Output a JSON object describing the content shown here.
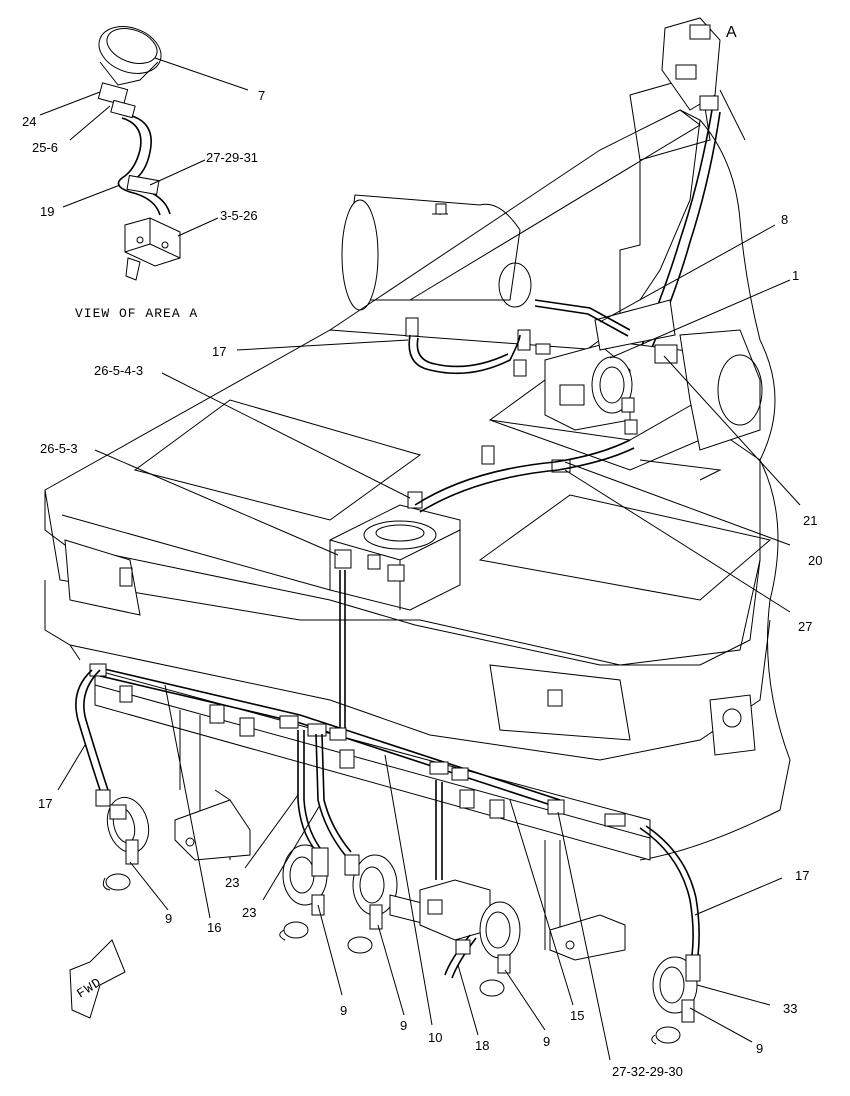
{
  "view_caption": "VIEW OF AREA A",
  "area_marker": "A",
  "fwd_label": "FWD",
  "labels": [
    {
      "id": "l7",
      "text": "7"
    },
    {
      "id": "l24",
      "text": "24"
    },
    {
      "id": "l25_6",
      "text": "25-6"
    },
    {
      "id": "l27_29_31",
      "text": "27-29-31"
    },
    {
      "id": "l19",
      "text": "19"
    },
    {
      "id": "l3_5_26",
      "text": "3-5-26"
    },
    {
      "id": "l8",
      "text": "8"
    },
    {
      "id": "l1",
      "text": "1"
    },
    {
      "id": "l17a",
      "text": "17"
    },
    {
      "id": "l26_5_4_3",
      "text": "26-5-4-3"
    },
    {
      "id": "l26_5_3",
      "text": "26-5-3"
    },
    {
      "id": "l21",
      "text": "21"
    },
    {
      "id": "l20",
      "text": "20"
    },
    {
      "id": "l27",
      "text": "27"
    },
    {
      "id": "l17b",
      "text": "17"
    },
    {
      "id": "l9a",
      "text": "9"
    },
    {
      "id": "l16",
      "text": "16"
    },
    {
      "id": "l23a",
      "text": "23"
    },
    {
      "id": "l23b",
      "text": "23"
    },
    {
      "id": "l9b",
      "text": "9"
    },
    {
      "id": "l9c",
      "text": "9"
    },
    {
      "id": "l10",
      "text": "10"
    },
    {
      "id": "l18",
      "text": "18"
    },
    {
      "id": "l9d",
      "text": "9"
    },
    {
      "id": "l15",
      "text": "15"
    },
    {
      "id": "l27_32_29_30",
      "text": "27-32-29-30"
    },
    {
      "id": "l17c",
      "text": "17"
    },
    {
      "id": "l33",
      "text": "33"
    },
    {
      "id": "l9e",
      "text": "9"
    }
  ]
}
